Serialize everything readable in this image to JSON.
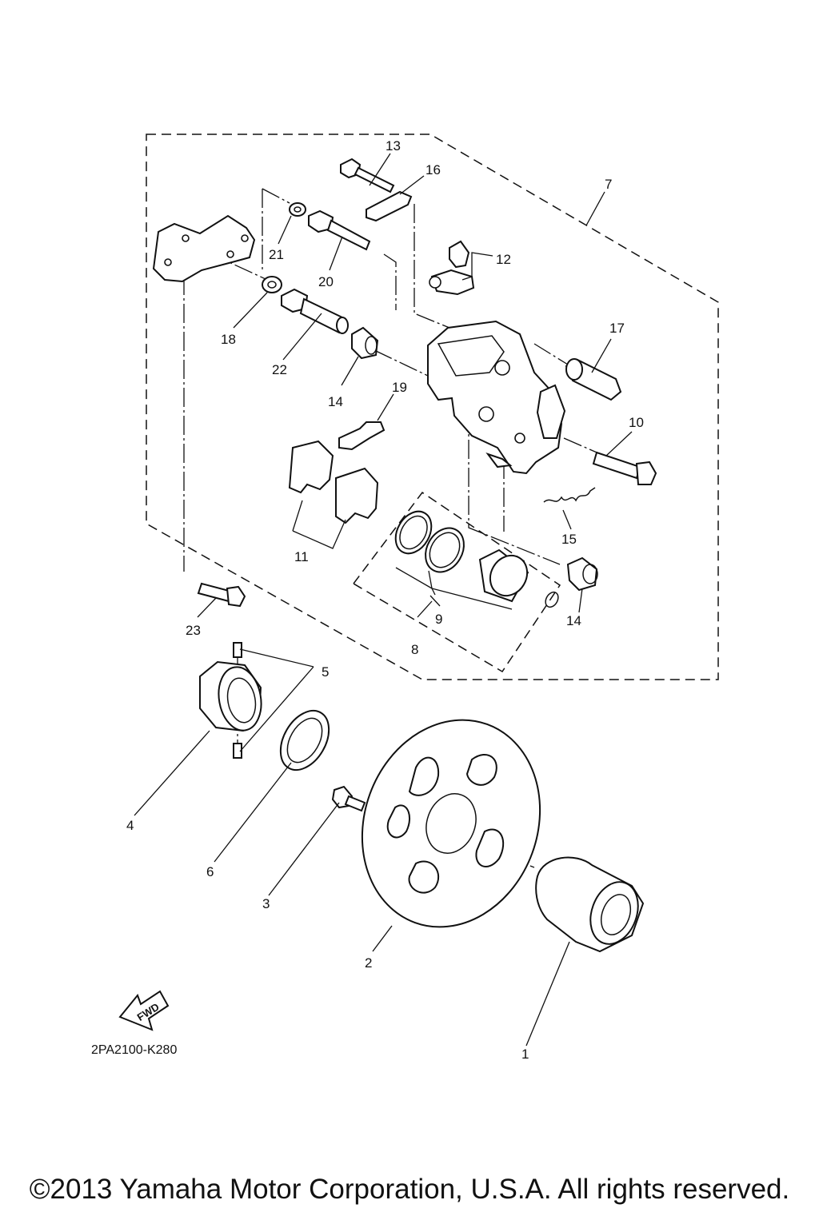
{
  "diagram_code": "2PA2100-K280",
  "fwd_label": "FWD",
  "copyright": "©2013 Yamaha Motor Corporation, U.S.A. All rights reserved.",
  "callouts": {
    "p1": "1",
    "p2": "2",
    "p3": "3",
    "p4": "4",
    "p5": "5",
    "p6": "6",
    "p7": "7",
    "p8": "8",
    "p9": "9",
    "p10": "10",
    "p11": "11",
    "p12": "12",
    "p13": "13",
    "p14a": "14",
    "p14b": "14",
    "p15": "15",
    "p16": "16",
    "p17": "17",
    "p18": "18",
    "p19": "19",
    "p20": "20",
    "p21": "21",
    "p22": "22",
    "p23": "23"
  }
}
